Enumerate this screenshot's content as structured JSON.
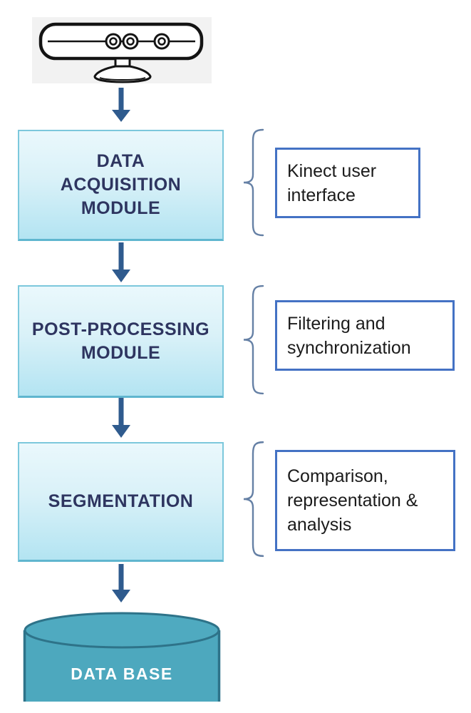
{
  "diagram": {
    "type": "flowchart",
    "sensor": {
      "name": "Kinect sensor device",
      "icon": "kinect-sensor-icon"
    },
    "modules": [
      {
        "label": "DATA\nACQUISITION\nMODULE",
        "annotation": "Kinect user\ninterface"
      },
      {
        "label": "POST-PROCESSING\nMODULE",
        "annotation": "Filtering and\nsynchronization"
      },
      {
        "label": "SEGMENTATION",
        "annotation": "Comparison,\nrepresentation &\nanalysis"
      }
    ],
    "database_label": "DATA BASE",
    "colors": {
      "module_fill_top": "#EAF8FC",
      "module_fill_bottom": "#B3E4F2",
      "module_border": "#7CC8DC",
      "module_text": "#2E3560",
      "annotation_border": "#4472C4",
      "brace": "#6580A5",
      "arrow": "#2F5B8E",
      "cylinder_fill": "#4DA8BE",
      "cylinder_stroke": "#2E7389"
    }
  }
}
